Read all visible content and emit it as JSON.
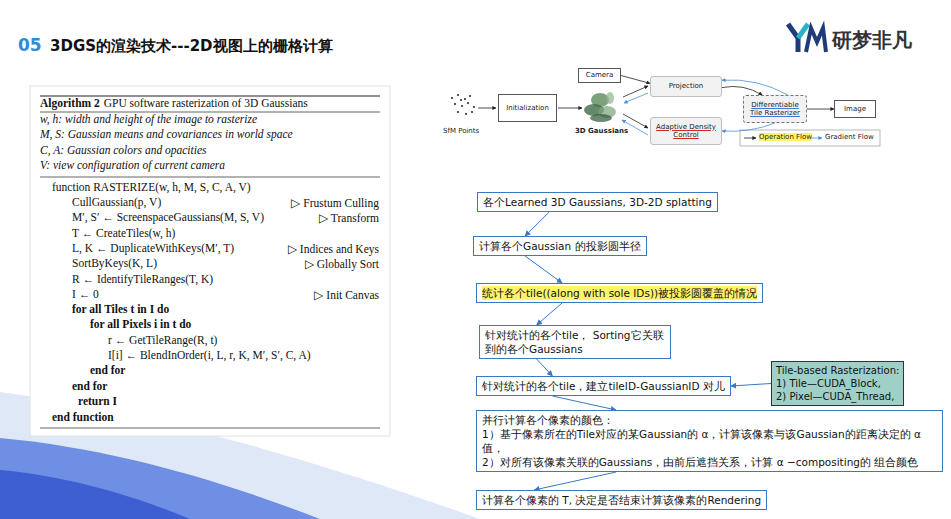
{
  "diagram": {
    "title": "3DGS的渲染技术---2D视图上的栅格计算",
    "nodes": [
      {
        "text": [
          "Initialization"
        ]
      },
      {
        "text": [
          "Camera"
        ]
      },
      {
        "text": [
          "Projection"
        ]
      },
      {
        "text": [
          "Adaptive Density Control"
        ]
      },
      {
        "text": [
          "Differentiable Tile Rasterizer"
        ]
      },
      {
        "text": [
          "Image"
        ]
      },
      {
        "text": [
          "各个Learned 3D Gaussians, 3D-2D splatting"
        ]
      },
      {
        "text": [
          "计算各个Gaussian 的投影圆半径"
        ]
      },
      {
        "text": [
          "统计各个tile((along with sole IDs))被投影圆覆盖的情况"
        ]
      },
      {
        "text": [
          "针对统计的各个tile， Sorting它关联到的各个Gaussians"
        ]
      },
      {
        "text": [
          "针对统计的各个tile，建立tileID-GaussianID 对儿"
        ]
      },
      {
        "text": [
          "Tile-based Rasterization:",
          "1) Tile—CUDA_Block,",
          "2) Pixel—CUDA_Thread,"
        ]
      },
      {
        "text": [
          "并行计算各个像素的颜色：",
          "1）基于像素所在的Tile对应的某Gaussian的 α，计算该像素与该Gaussian的距离决定的 α值，",
          "2）对所有该像素关联的Gaussians，由前后遮挡关系，计算 α −compositing的 组合颜色"
        ]
      },
      {
        "text": [
          "计算各个像素的 T, 决定是否结束计算该像素的Rendering"
        ]
      }
    ],
    "edges": [
      {
        "from": 1,
        "to": 2,
        "arrow": "to"
      },
      {
        "from": 2,
        "to": 4,
        "arrow": "to"
      },
      {
        "from": 4,
        "to": 5,
        "arrow": "to"
      },
      {
        "from": 4,
        "to": 2,
        "arrow": "to"
      },
      {
        "from": 4,
        "to": 3,
        "arrow": "to"
      },
      {
        "from": 6,
        "to": 7,
        "arrow": "to"
      },
      {
        "from": 7,
        "to": 8,
        "arrow": "to"
      },
      {
        "from": 8,
        "to": 9,
        "arrow": "to"
      },
      {
        "from": 9,
        "to": 10,
        "arrow": "to"
      },
      {
        "from": 11,
        "to": 10,
        "arrow": "to"
      },
      {
        "from": 10,
        "to": 12,
        "arrow": "to"
      },
      {
        "from": 12,
        "to": 13,
        "arrow": "to"
      }
    ],
    "labels": [
      "05",
      "研梦非凡",
      "Algorithm 2",
      "GPU software rasterization of 3D Gaussians",
      "w, h: width and height of the image to rasterize",
      "M, S: Gaussian means and covariances in world space",
      "C, A: Gaussian colors and opacities",
      "V: view configuration of current camera",
      "function RASTERIZE(w, h, M, S, C, A, V)",
      "CullGaussian(p, V)",
      "▷ Frustum Culling",
      "M′, S′ ← ScreenspaceGaussians(M, S, V)",
      "▷ Transform",
      "T ← CreateTiles(w, h)",
      "L, K ← DuplicateWithKeys(M′, T)",
      "▷ Indices and Keys",
      "SortByKeys(K, L)",
      "▷ Globally Sort",
      "R ← IdentifyTileRanges(T, K)",
      "I ← 0",
      "▷ Init Canvas",
      "for all Tiles t in I do",
      "for all Pixels i in t do",
      "r ← GetTileRange(R, t)",
      "I[i] ← BlendInOrder(i, L, r, K, M′, S′, C, A)",
      "end for",
      "end for",
      "return I",
      "end function",
      "SfM Points",
      "3D Gaussians"
    ],
    "legend": [
      {
        "text": "Operation Flow"
      },
      {
        "text": "Gradient Flow"
      }
    ]
  }
}
